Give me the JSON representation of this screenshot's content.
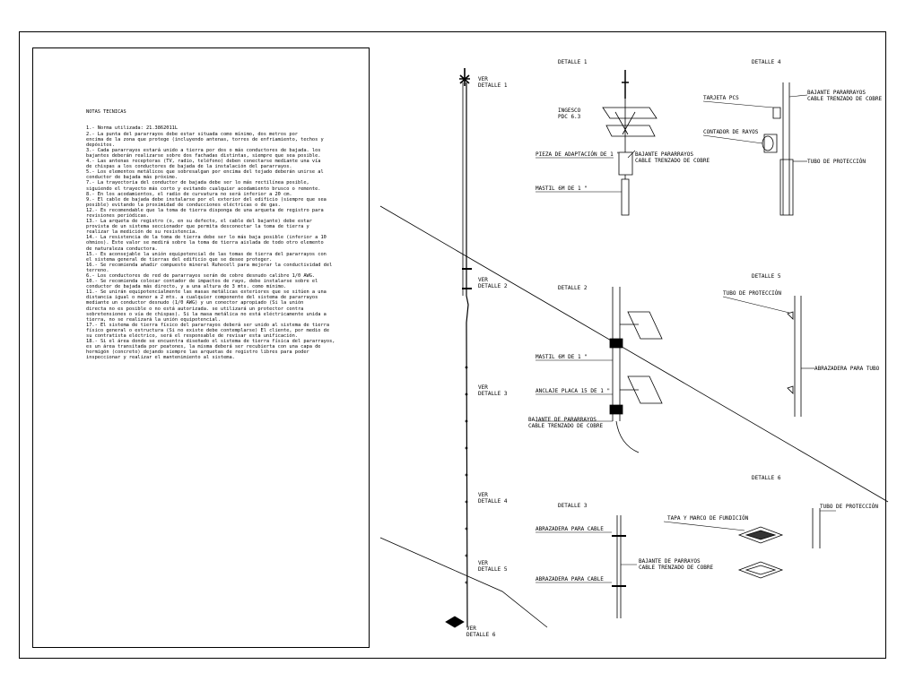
{
  "notes": {
    "title": "NOTAS TECNICAS",
    "lines": [
      "1.- Norma utilizada: 21.3862011L",
      "2.- La punta del pararrayos debe estar situada como mínimo, dos metros por",
      "encima de la zona que protege (incluyendo antenas, torres de enfriamiento, techos y",
      "depósitos.",
      "3.- Cada pararrayos estará unido a tierra por dos o más conductores de bajada. los",
      "bajantes deberán realizarse sobre dos fachadas distintas, siempre que sea posible.",
      "4.- Las antenas receptoras (TV, radio, teléfono) deben conectarse mediante una vía",
      "de chispas a los conductores de bajada de la instalación del pararrayos.",
      "5.- Los elementos metálicos que sobresalgan por encima del tejado deberán unirse al",
      "conductor de bajada más próximo.",
      "7.- La trayectoria del conductor de bajada debe ser lo más rectilínea posible,",
      "siguiendo el trayecto más corto y evitando cualquier acodamiento brusco o remonte.",
      "8.- En los acodamientos, el radio de curvatura no será inferior a 20 cm.",
      "9.- El cable de bajada debe instalarse por el exterior del edificio (siempre que sea",
      "posible) evitando la proximidad de conducciones eléctricas o de gas.",
      "12.- Es recomendable que la toma de tierra disponga de una arqueta de registro para",
      "revisiones periódicas.",
      "13.- La arqueta de registro (o, en su defecto, el cable del bajante) debe estar",
      "provista de un sistema seccionador que permita desconectar la toma de tierra y",
      "realizar la medición de su resistencia.",
      "14.- La resistencia de la toma de tierra debe ser lo más baja posible (inferior a 10",
      "ohmios). Este valor se medirá sobre la toma de tierra aislada de todo otro elemento",
      "de naturaleza conductora.",
      "15.- Es aconsejable la unión equipotencial de las tomas de tierra del pararrayos con",
      "el sistema general de tierras del edificio que se desee proteger.",
      "16.- Se recomienda añadir compuesto mineral Ruhocell para mejorar la conductividad del terreno.",
      "6.- Los conductores de red de pararrayos serán de cobre desnudo calibre 1/0 AWG.",
      "10.- Se recomienda colocar contador de impactos de rayo, debe instalarse sobre el",
      "conductor de bajada más directo, y a una altura de 3 mts. como mínimo.",
      "11.- Se unirán equipotencialmente las masas metálicas exteriores que se sitúen a una",
      "distancia igual o menor a 2 mts. a cualquier componente del sistema de pararrayos",
      "mediante un conductor desnudo (1/0 AWG) y un conector apropiado (Si la unión",
      "directa no es posible o no está autorizada. se utilizará un protector contra",
      "sobretensiones o vía de chispas). Si la masa metálica no está eléctricamente unida a",
      "tierra, no se realizará la unión equipotencial.",
      "17.- El sistema de tierra físico del pararrayos deberá ser unido al sistema de tierra",
      "físico general o estructura (Si no existe debe contemplarse) El cliente, por medio de",
      "su contratista eléctrico, será el responsable de revisar esta unificación.",
      "18.- Si el área donde se encuentra diseñado el sistema de tierra física del pararrayos,",
      "es un área transitada por peatones, la misma deberá ser recubierta con una capa de",
      "hormigón (concreto) dejando siempre las arquetas de registro libres para poder",
      "inspeccionar y realizar el mantenimiento al sistema."
    ]
  },
  "mast_callouts": [
    {
      "line1": "VER",
      "line2": "DETALLE 1"
    },
    {
      "line1": "VER",
      "line2": "DETALLE 2"
    },
    {
      "line1": "VER",
      "line2": "DETALLE 3"
    },
    {
      "line1": "VER",
      "line2": "DETALLE 4"
    },
    {
      "line1": "VER",
      "line2": "DETALLE 5"
    },
    {
      "line1": "VER",
      "line2": "DETALLE 6"
    }
  ],
  "detail1": {
    "title": "DETALLE 1",
    "label_inc1": "INGESCO",
    "label_inc2": "PDC 6.3",
    "label_pieza": "PIEZA DE ADAPTACIÓN DE 1 \"",
    "label_baj1": "BAJANTE PARARRAYOS",
    "label_baj2": "CABLE TRENZADO DE COBRE",
    "label_mastil": "MASTIL 6M DE 1 \""
  },
  "detail2": {
    "title": "DETALLE 2",
    "label_mastil": "MASTIL 6M DE 1 \"",
    "label_anclaje": "ANCLAJE PLACA 15 DE 1 \"",
    "label_baj1": "BAJANTE DE PARARRAYOS",
    "label_baj2": "CABLE TRENZADO DE COBRE"
  },
  "detail3": {
    "title": "DETALLE 3",
    "label_abr1": "ABRAZADERA PARA CABLE",
    "label_abr2": "ABRAZADERA PARA CABLE",
    "label_baj1": "BAJANTE DE PARRAYOS",
    "label_baj2": "CABLE TRENZADO DE COBRE"
  },
  "detail4": {
    "title": "DETALLE 4",
    "label_tarjeta": "TARJETA PCS",
    "label_baj1": "BAJANTE PARARRAYOS",
    "label_baj2": "CABLE TRENZADO DE COBRE",
    "label_contador": "CONTADOR DE RAYOS",
    "label_tubo": "TUBO DE PROTECCIÓN"
  },
  "detail5": {
    "title": "DETALLE 5",
    "label_tubo": "TUBO DE PROTECCIÓN",
    "label_abr": "ABRAZADERA PARA TUBO"
  },
  "detail6": {
    "title": "DETALLE 6",
    "label_tapa": "TAPA Y MARCO DE FUNDICIÓN",
    "label_tubo": "TUBO DE PROTECCIÓN"
  }
}
